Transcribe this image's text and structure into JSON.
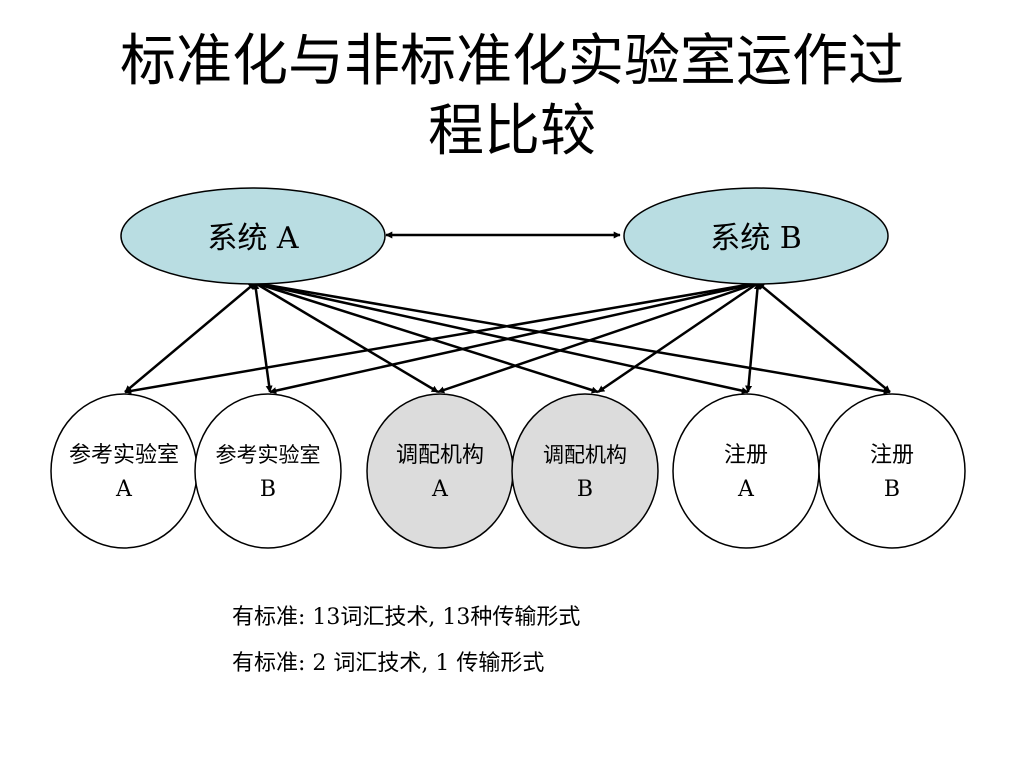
{
  "title": {
    "line1": "标准化与非标准化实验室运作过",
    "line2": "程比较"
  },
  "systems": [
    {
      "id": "sysA",
      "label": "系统 A"
    },
    {
      "id": "sysB",
      "label": "系统 B"
    }
  ],
  "nodes": [
    {
      "id": "refA",
      "line1": "参考实验室",
      "line2": "A"
    },
    {
      "id": "refB",
      "line1": "参考实验室",
      "line2": "B"
    },
    {
      "id": "coordA",
      "line1": "调配机构",
      "line2": "A"
    },
    {
      "id": "coordB",
      "line1": "调配机构",
      "line2": "B"
    },
    {
      "id": "regA",
      "line1": "注册",
      "line2": "A"
    },
    {
      "id": "regB",
      "line1": "注册",
      "line2": "B"
    }
  ],
  "notes": [
    "有标准: 13词汇技术, 13种传输形式",
    "有标准: 2 词汇技术, 1 传输形式"
  ],
  "colors": {
    "system_fill": "#b9dde2",
    "node_white": "#ffffff",
    "node_gray": "#dcdcdc",
    "stroke": "#000000"
  }
}
